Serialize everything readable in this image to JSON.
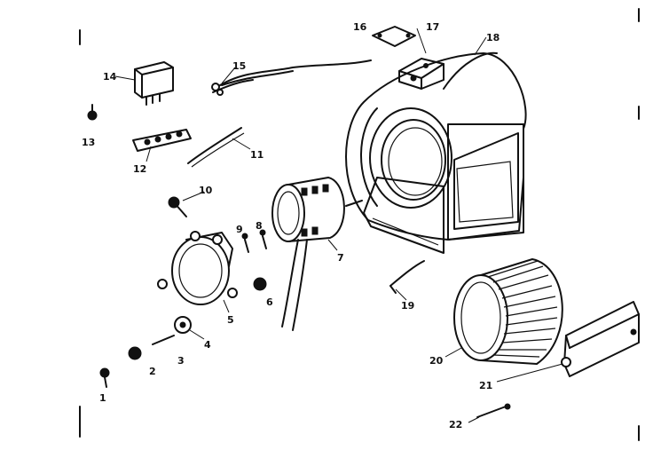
{
  "diagram": {
    "parts": [
      {
        "key": "p1",
        "label": "1"
      },
      {
        "key": "p2",
        "label": "2"
      },
      {
        "key": "p3",
        "label": "3"
      },
      {
        "key": "p4",
        "label": "4"
      },
      {
        "key": "p5",
        "label": "5"
      },
      {
        "key": "p6",
        "label": "6"
      },
      {
        "key": "p7",
        "label": "7"
      },
      {
        "key": "p8",
        "label": "8"
      },
      {
        "key": "p9",
        "label": "9"
      },
      {
        "key": "p10",
        "label": "10"
      },
      {
        "key": "p11",
        "label": "11"
      },
      {
        "key": "p12",
        "label": "12"
      },
      {
        "key": "p13",
        "label": "13"
      },
      {
        "key": "p14",
        "label": "14"
      },
      {
        "key": "p15",
        "label": "15"
      },
      {
        "key": "p16",
        "label": "16"
      },
      {
        "key": "p17",
        "label": "17"
      },
      {
        "key": "p18",
        "label": "18"
      },
      {
        "key": "p19",
        "label": "19"
      },
      {
        "key": "p20",
        "label": "20"
      },
      {
        "key": "p21",
        "label": "21"
      },
      {
        "key": "p22",
        "label": "22"
      }
    ]
  }
}
